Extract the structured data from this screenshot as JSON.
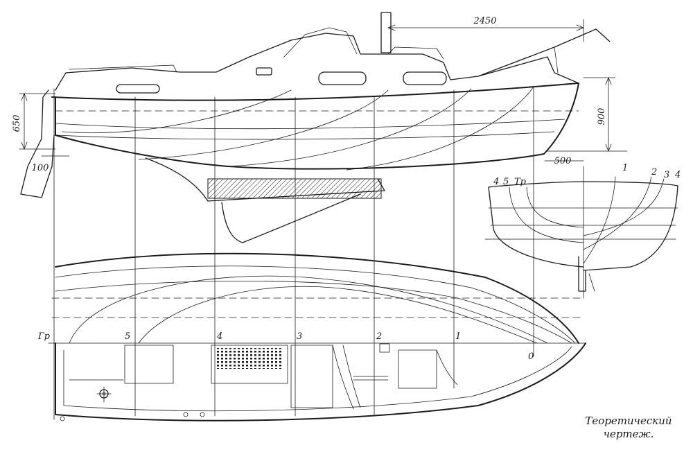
{
  "caption": {
    "line1": "Теоретический",
    "line2": "чертеж."
  },
  "dimensions": {
    "mast_offset": "2450",
    "stern_height": "650",
    "transom_offset": "100",
    "bow_height": "900",
    "bow_offset": "500"
  },
  "station_labels": {
    "baseline": "Гр",
    "s5": "5",
    "s4": "4",
    "s3": "3",
    "s2": "2",
    "s1": "1",
    "s0": "0"
  },
  "body_plan_labels": {
    "aft_4": "4",
    "aft_5": "5",
    "aft_tr": "Тр",
    "fwd_1": "1",
    "fwd_2": "2",
    "fwd_3": "3",
    "fwd_4": "4"
  }
}
